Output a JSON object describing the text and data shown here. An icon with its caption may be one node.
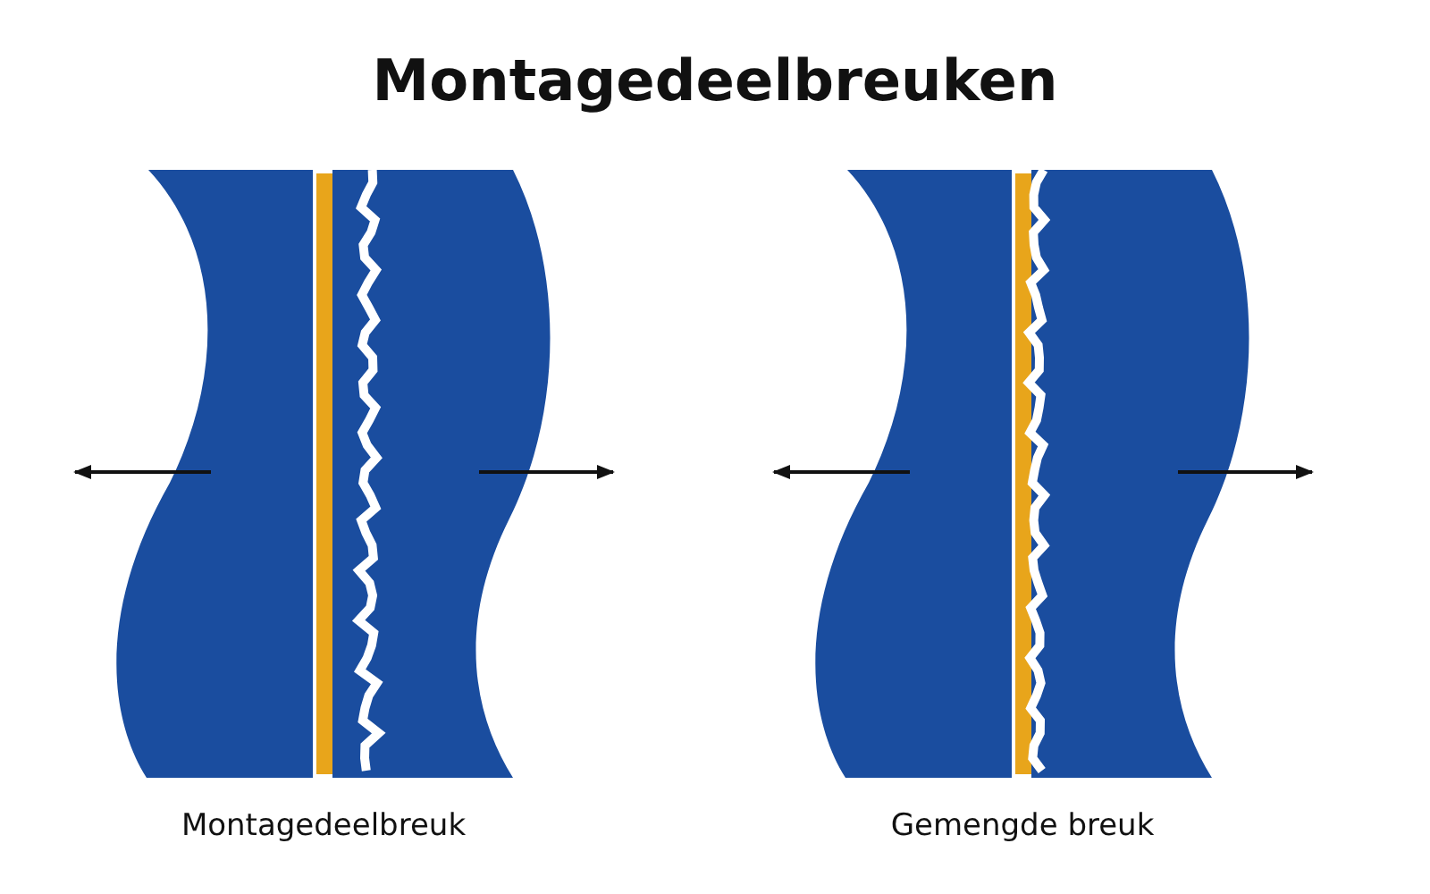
{
  "diagram": {
    "title": "Montagedeelbreuken",
    "labels": [
      "Montagedeelbreuk",
      "Gemengde breuk"
    ]
  }
}
